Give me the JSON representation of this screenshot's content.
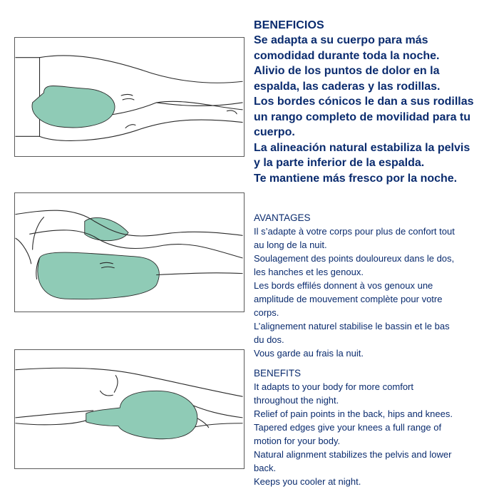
{
  "spanish": {
    "heading": "BENEFICIOS",
    "lines": [
      "Se adapta a su cuerpo para más",
      "comodidad durante toda la noche.",
      "Alivio de los puntos de dolor en la",
      "espalda, las caderas y las rodillas.",
      "Los bordes cónicos le dan a sus rodillas",
      "un rango completo de movilidad para tu",
      "cuerpo.",
      "La alineación natural estabiliza la pelvis",
      "y la parte inferior de la espalda.",
      "Te mantiene más fresco por la noche."
    ]
  },
  "french": {
    "heading": "AVANTAGES",
    "lines": [
      "Il s’adapte à votre corps pour plus de confort tout",
      "au long de la nuit.",
      "Soulagement des points douloureux dans le dos,",
      "les hanches et les genoux.",
      "Les bords effilés donnent à vos genoux une",
      "amplitude de mouvement complète pour votre",
      "corps.",
      "L’alignement naturel stabilise le bassin et le bas",
      "du dos.",
      "Vous garde au frais la nuit."
    ]
  },
  "english": {
    "heading": "BENEFITS",
    "lines": [
      "It adapts to your body for more comfort",
      "throughout the night.",
      "Relief of pain points in the back, hips and knees.",
      "Tapered edges give your knees a full range of",
      "motion for your body.",
      "Natural alignment stabilizes the pelvis and lower",
      "back.",
      "Keeps you cooler at night."
    ]
  },
  "colors": {
    "text": "#0a2b6e",
    "pillow": "#8fcbb6",
    "line_art": "#2a2a2a",
    "border": "#5a5a5a"
  },
  "illustrations": [
    {
      "icon": "legs-with-knee-pillow-side-view-icon"
    },
    {
      "icon": "knees-on-pillow-closeup-icon"
    },
    {
      "icon": "thigh-with-pillow-illustration-icon"
    }
  ]
}
